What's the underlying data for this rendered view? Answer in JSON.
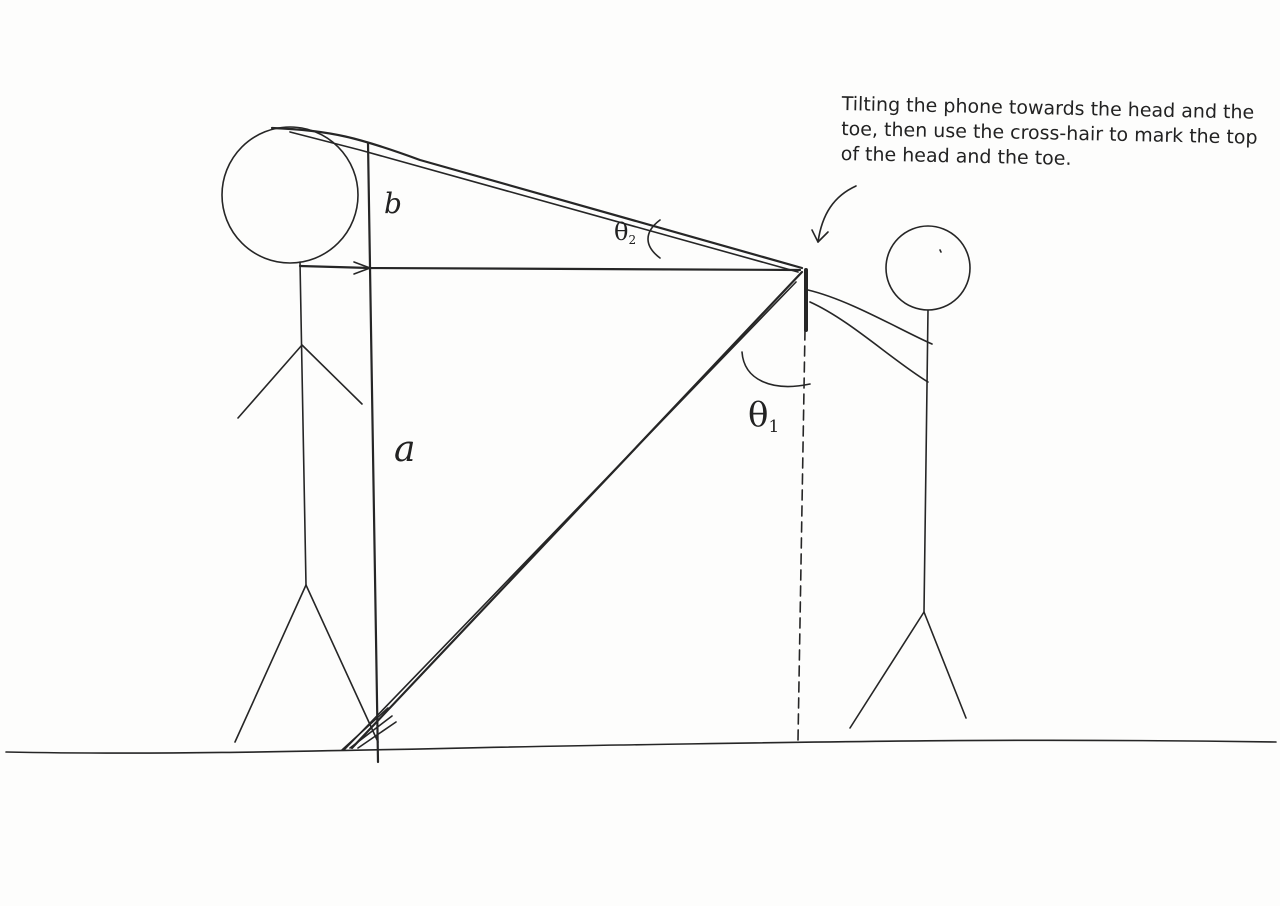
{
  "labels": {
    "b": "b",
    "a": "a",
    "theta_2": "θ",
    "theta_2_sub": "2",
    "theta_1": "θ",
    "theta_1_sub": "1"
  },
  "annotation": {
    "text": "Tilting the phone towards the head and the toe, then use the cross-hair to mark the top of the head and the toe."
  }
}
